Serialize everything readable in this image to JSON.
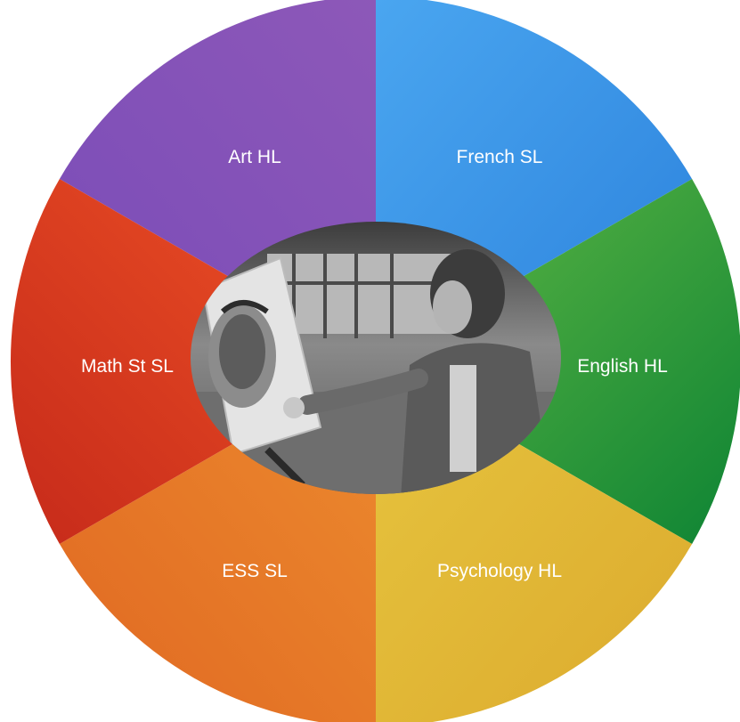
{
  "wheel": {
    "segments": [
      {
        "label": "Art HL",
        "color_light": "#8a5cc0",
        "color_dark": "#6e44a8"
      },
      {
        "label": "French SL",
        "color_light": "#4aa6f0",
        "color_dark": "#2f86e0"
      },
      {
        "label": "English HL",
        "color_light": "#5ab545",
        "color_dark": "#108838"
      },
      {
        "label": "Psychology HL",
        "color_light": "#e8c23e",
        "color_dark": "#d8aa2c"
      },
      {
        "label": "ESS SL",
        "color_light": "#ea8a2c",
        "color_dark": "#e06a24"
      },
      {
        "label": "Math St SL",
        "color_light": "#ea4a22",
        "color_dark": "#cc2c1c"
      }
    ]
  },
  "center": {
    "image_description": "black-and-white-photo-student-sketching-at-easel"
  }
}
